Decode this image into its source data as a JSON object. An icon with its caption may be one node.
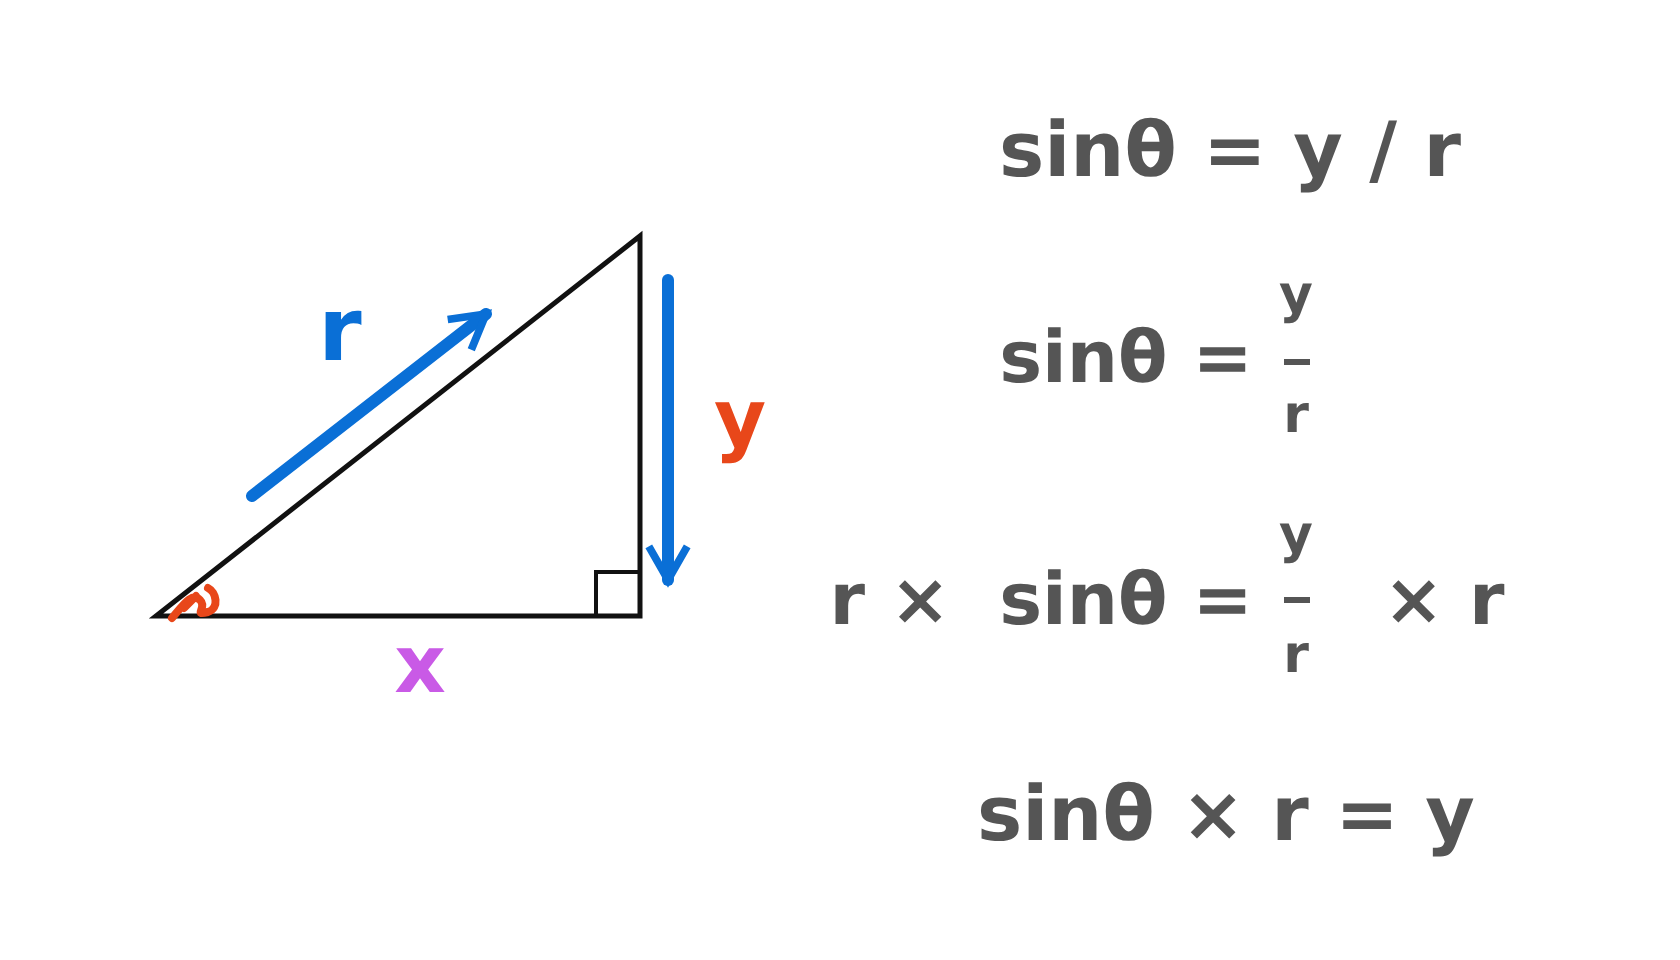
{
  "diagram": {
    "labels": [
      "r",
      "y",
      "x",
      "sinθ = y / r",
      "sinθ =",
      "y",
      "r",
      "r ×",
      "sinθ =",
      "y",
      "r",
      "× r",
      "sinθ × r = y"
    ]
  }
}
